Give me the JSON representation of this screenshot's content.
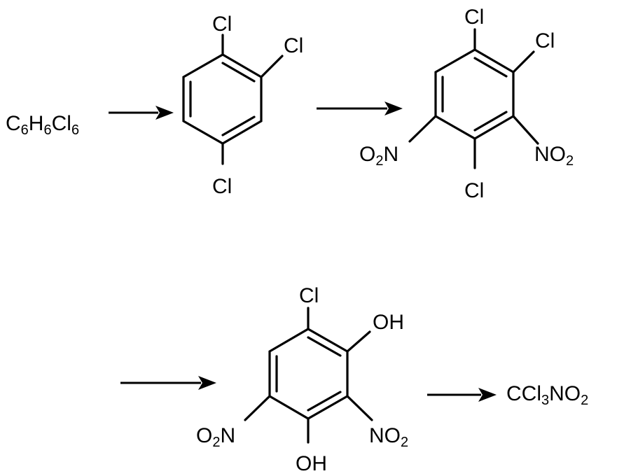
{
  "start_formula": {
    "main": "C",
    "s1": "6",
    "m2": "H",
    "s2": "6",
    "m3": "Cl",
    "s3": "6"
  },
  "mol1": {
    "cl_top": "Cl",
    "cl_right": "Cl",
    "cl_bottom": "Cl"
  },
  "mol2": {
    "cl_top": "Cl",
    "cl_right": "Cl",
    "cl_bottom": "Cl",
    "no2_left": {
      "a": "O",
      "s": "2",
      "b": "N"
    },
    "no2_right": {
      "a": "NO",
      "s": "2"
    }
  },
  "mol3": {
    "cl_top": "Cl",
    "oh_right": "OH",
    "oh_bottom": "OH",
    "no2_left": {
      "a": "O",
      "s": "2",
      "b": "N"
    },
    "no2_right": {
      "a": "NO",
      "s": "2"
    }
  },
  "final_product": {
    "a": "CCl",
    "s": "3",
    "b": "NO",
    "s2": "2"
  }
}
